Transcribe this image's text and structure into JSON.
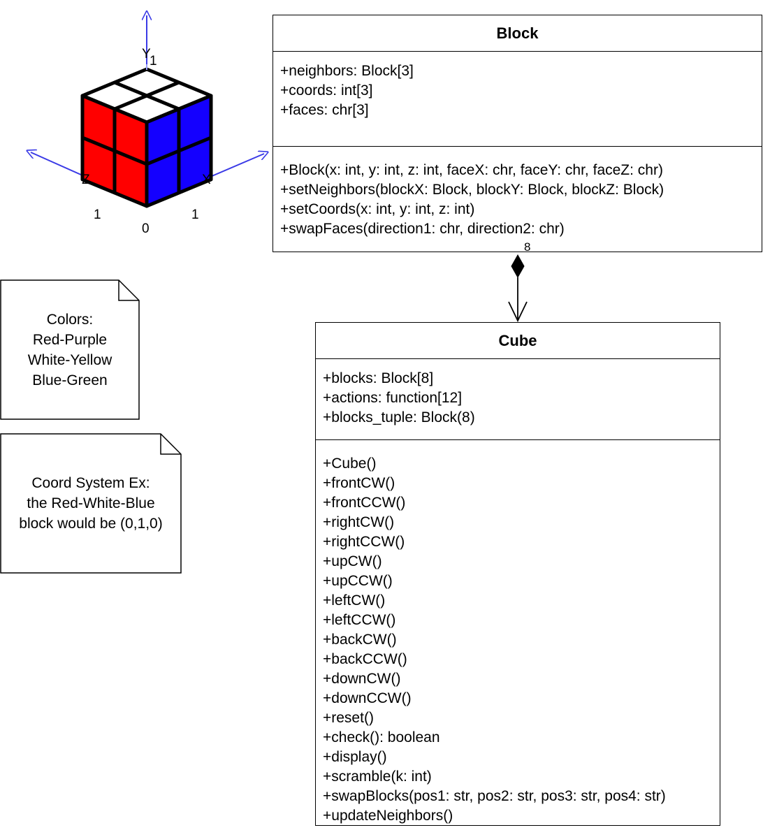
{
  "cube_diagram": {
    "axes": {
      "y": "Y",
      "x": "X",
      "z": "Z"
    },
    "coords": {
      "y_top": "1",
      "z_left": "1",
      "origin": "0",
      "x_right": "1"
    },
    "colors": {
      "red": "#ff0000",
      "blue": "#1400ff",
      "white": "#ffffff",
      "axis": "#3a3ae6",
      "grid": "#000000"
    }
  },
  "notes": {
    "colors": [
      "Colors:",
      "Red-Purple",
      "White-Yellow",
      "Blue-Green"
    ],
    "coords": [
      "Coord System Ex:",
      "the Red-White-Blue",
      "block would be (0,1,0)"
    ]
  },
  "block_class": {
    "name": "Block",
    "attributes": [
      "+neighbors: Block[3]",
      "+coords: int[3]",
      "+faces: chr[3]"
    ],
    "methods": [
      "+Block(x: int, y: int, z: int, faceX: chr, faceY: chr, faceZ: chr)",
      "+setNeighbors(blockX: Block, blockY: Block, blockZ: Block)",
      "+setCoords(x: int, y: int, z: int)",
      "+swapFaces(direction1: chr, direction2: chr)"
    ]
  },
  "composition": {
    "multiplicity": "8"
  },
  "cube_class": {
    "name": "Cube",
    "attributes": [
      "+blocks: Block[8]",
      "+actions: function[12]",
      "+blocks_tuple: Block(8)"
    ],
    "methods": [
      "+Cube()",
      "+frontCW()",
      "+frontCCW()",
      "+rightCW()",
      "+rightCCW()",
      "+upCW()",
      "+upCCW()",
      "+leftCW()",
      "+leftCCW()",
      "+backCW()",
      "+backCCW()",
      "+downCW()",
      "+downCCW()",
      "+reset()",
      "+check(): boolean",
      "+display()",
      "+scramble(k: int)",
      "+swapBlocks(pos1: str, pos2: str, pos3: str, pos4: str)",
      "+updateNeighbors()"
    ]
  }
}
